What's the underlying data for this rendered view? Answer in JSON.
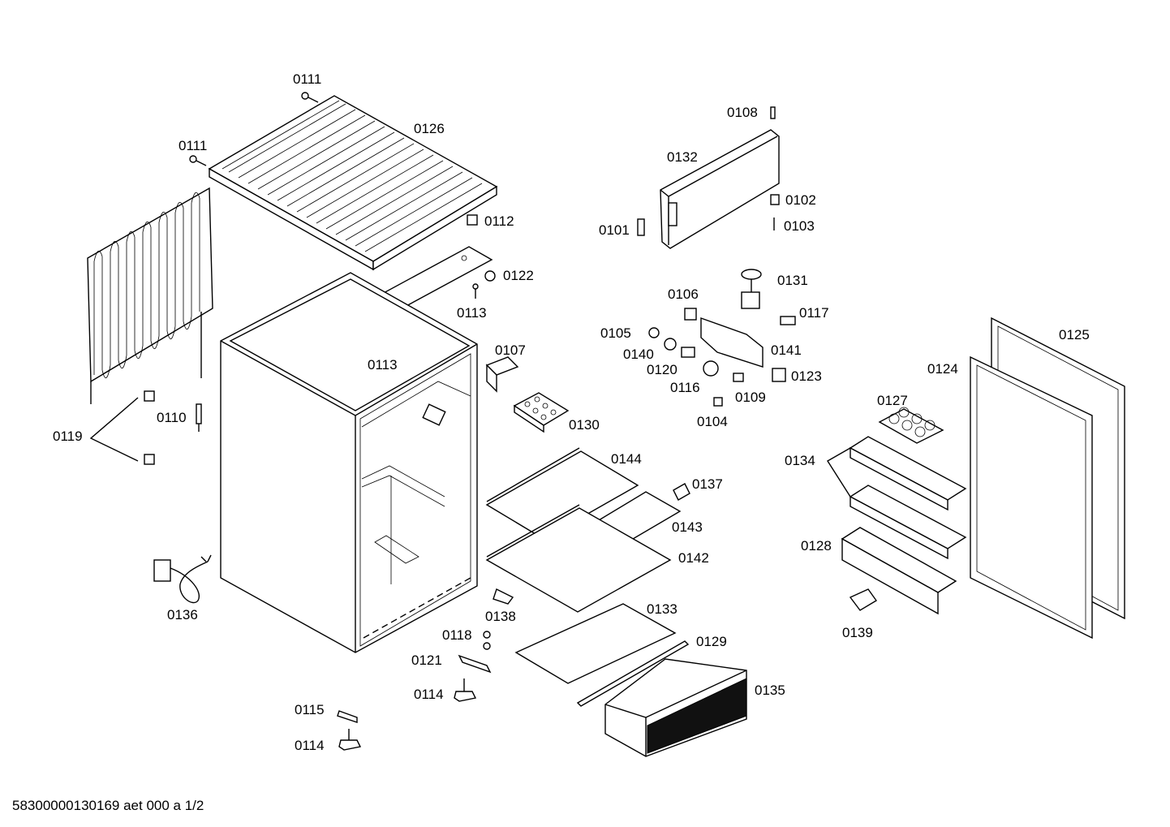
{
  "labels": [
    "0111",
    "0111",
    "0126",
    "0112",
    "0122",
    "0113",
    "0113",
    "0119",
    "0110",
    "0136",
    "0107",
    "0130",
    "0144",
    "0137",
    "0143",
    "0142",
    "0138",
    "0133",
    "0118",
    "0121",
    "0129",
    "0114",
    "0135",
    "0115",
    "0114",
    "0108",
    "0132",
    "0102",
    "0103",
    "0101",
    "0131",
    "0106",
    "0117",
    "0105",
    "0141",
    "0140",
    "0120",
    "0123",
    "0116",
    "0109",
    "0104",
    "0125",
    "0124",
    "0127",
    "0134",
    "0128",
    "0139"
  ],
  "footer": "58300000130169 aet 000 a 1/2"
}
